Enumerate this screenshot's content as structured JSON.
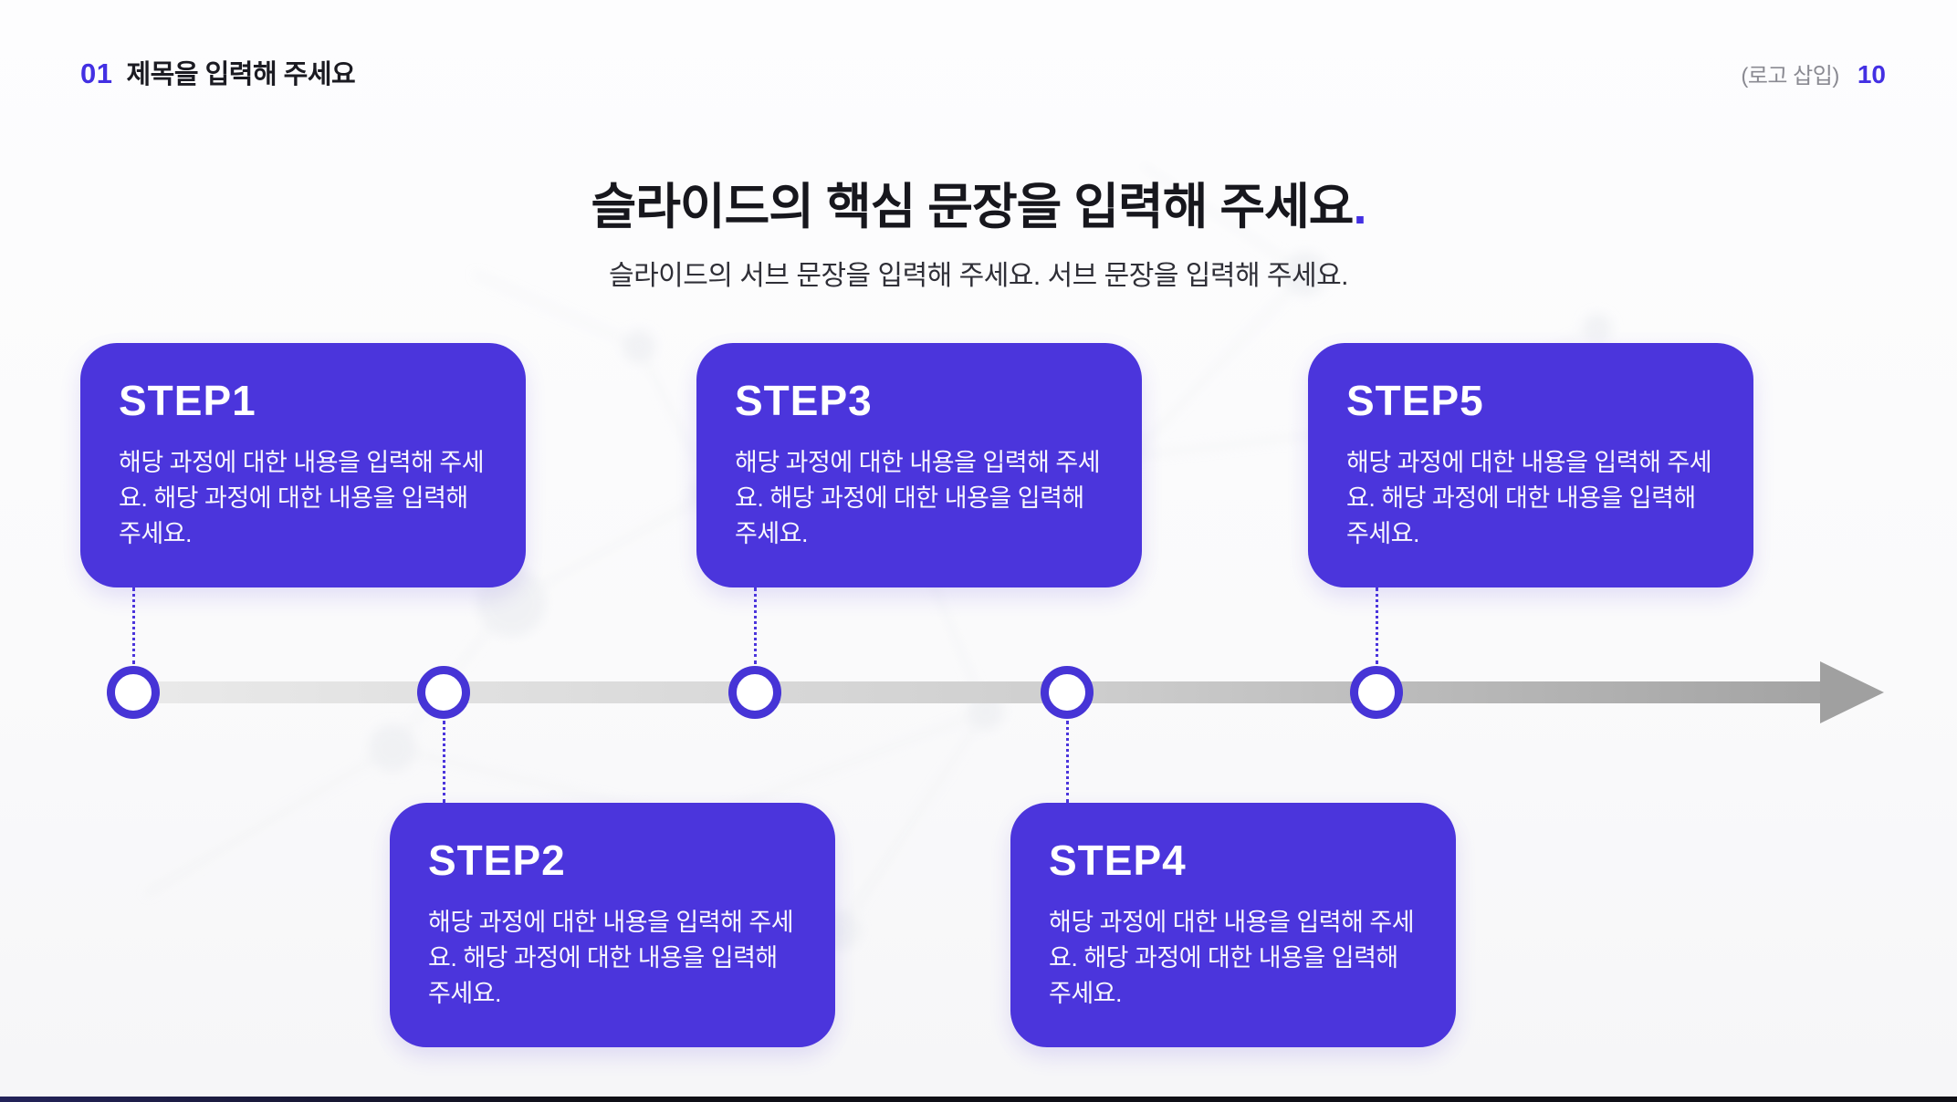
{
  "slide": {
    "header": {
      "index": "01",
      "title": "제목을 입력해 주세요",
      "logo_placeholder": "(로고 삽입)",
      "page_number": "10"
    },
    "headline": {
      "title": "슬라이드의 핵심 문장을 입력해 주세요",
      "period": ".",
      "subtitle": "슬라이드의 서브 문장을 입력해 주세요. 서브 문장을 입력해 주세요."
    },
    "steps": [
      {
        "label": "STEP1",
        "row": "top",
        "description": "해당 과정에 대한 내용을 입력해 주세요. 해당 과정에 대한 내용을 입력해 주세요."
      },
      {
        "label": "STEP2",
        "row": "bottom",
        "description": "해당 과정에 대한 내용을 입력해 주세요. 해당 과정에 대한 내용을 입력해 주세요."
      },
      {
        "label": "STEP3",
        "row": "top",
        "description": "해당 과정에 대한 내용을 입력해 주세요. 해당 과정에 대한 내용을 입력해 주세요."
      },
      {
        "label": "STEP4",
        "row": "bottom",
        "description": "해당 과정에 대한 내용을 입력해 주세요. 해당 과정에 대한 내용을 입력해 주세요."
      },
      {
        "label": "STEP5",
        "row": "top",
        "description": "해당 과정에 대한 내용을 입력해 주세요. 해당 과정에 대한 내용을 입력해 주세요."
      }
    ],
    "colors": {
      "accent": "#4B35DC",
      "accent_text": "#4330E3",
      "header_text": "#1B1B22",
      "title_text": "#17171D",
      "subtitle_text": "#2F2F37",
      "card_text": "#FFFFFF",
      "timeline_light": "#EAEAEA",
      "timeline_dark": "#A3A3A3",
      "node_border": "#4634D6"
    }
  }
}
